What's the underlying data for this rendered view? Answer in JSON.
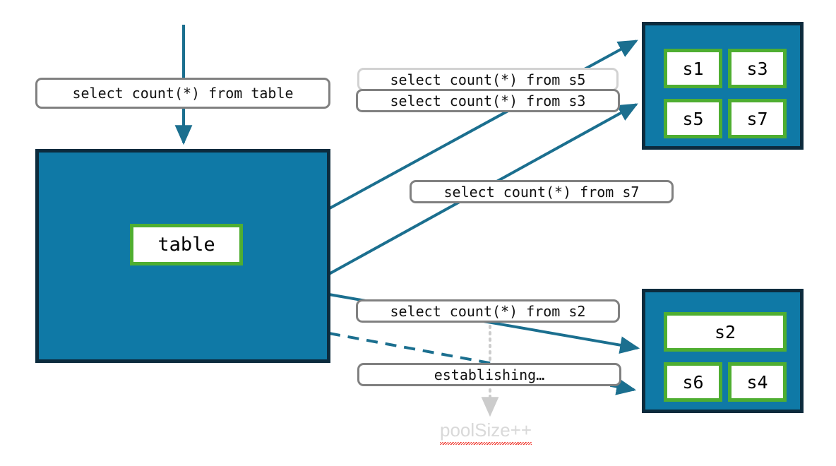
{
  "colors": {
    "panel_fill": "#0f79a6",
    "panel_border": "#0c2b3d",
    "node_border": "#4fae31",
    "node_fill": "#ffffff",
    "arrow": "#1b6f8f",
    "callout_border": "#808080",
    "callout_border_faded": "#d2d2d2",
    "dotted_guide": "#cccccc",
    "ghost_text": "#d9d9d9",
    "spellcheck_underline": "#f0382e"
  },
  "source": {
    "query_label": "select count(*) from table",
    "panel_node_label": "table"
  },
  "shard_group_top": {
    "nodes": [
      {
        "label": "s1"
      },
      {
        "label": "s3"
      },
      {
        "label": "s5"
      },
      {
        "label": "s7"
      }
    ]
  },
  "shard_group_bottom": {
    "nodes": [
      {
        "label": "s2"
      },
      {
        "label": "s6"
      },
      {
        "label": "s4"
      }
    ]
  },
  "callouts": [
    {
      "id": "s5",
      "label": "select count(*) from s5",
      "style": "faded"
    },
    {
      "id": "s3",
      "label": "select count(*) from s3",
      "style": "normal"
    },
    {
      "id": "s7",
      "label": "select count(*) from s7",
      "style": "normal"
    },
    {
      "id": "s2",
      "label": "select count(*) from s2",
      "style": "normal"
    },
    {
      "id": "establishing",
      "label": "establishing…",
      "style": "normal"
    }
  ],
  "annotation": {
    "pool_size_label": "poolSize++"
  }
}
